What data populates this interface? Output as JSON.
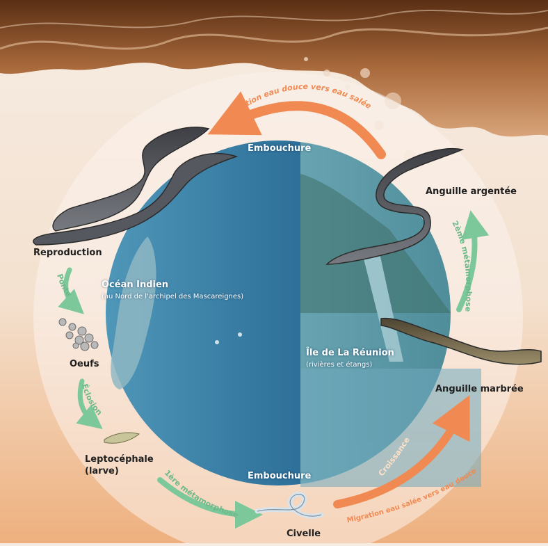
{
  "colors": {
    "ocean": "#2b6f96",
    "river": "#8fc9d8",
    "salt_to_fresh_arrow": "#f08a52",
    "metamorphosis_arrow": "#7cc89b",
    "background_top": "#f6ece3",
    "background_bottom": "#eeb07e"
  },
  "labels": {
    "embouchure_top": "Embouchure",
    "embouchure_bottom": "Embouchure",
    "ocean_title": "Océan Indien",
    "ocean_sub": "(au Nord de l'archipel des Mascareignes)",
    "island_title": "Île de La Réunion",
    "island_sub": "(rivières et étangs)"
  },
  "stages": {
    "reproduction": "Reproduction",
    "oeufs": "Oeufs",
    "leptocephale": "Leptocéphale",
    "larve": "(larve)",
    "civelle": "Civelle",
    "anguille_marbree": "Anguille marbrée",
    "anguille_argentee": "Anguille argentée"
  },
  "arrows": {
    "ponte": "Ponte",
    "eclosion": "Éclosion",
    "metamorphose_1": "1ère métamorphose",
    "migration_salee_douce": "Migration eau salée vers eau douce",
    "croissance": "Croissance",
    "metamorphose_2": "2ème métamorphose",
    "migration_douce_salee": "Migration eau douce vers eau salée"
  },
  "icons": {
    "adult_eels": "eel-pair-icon",
    "eggs": "egg-cluster-icon",
    "larva": "leptocephalus-larva-icon",
    "glass_eel": "glass-eel-icon",
    "yellow_eel": "yellow-eel-icon",
    "silver_eel": "silver-eel-icon",
    "madagascar": "madagascar-island-icon",
    "water_surface": "water-surface-icon"
  }
}
